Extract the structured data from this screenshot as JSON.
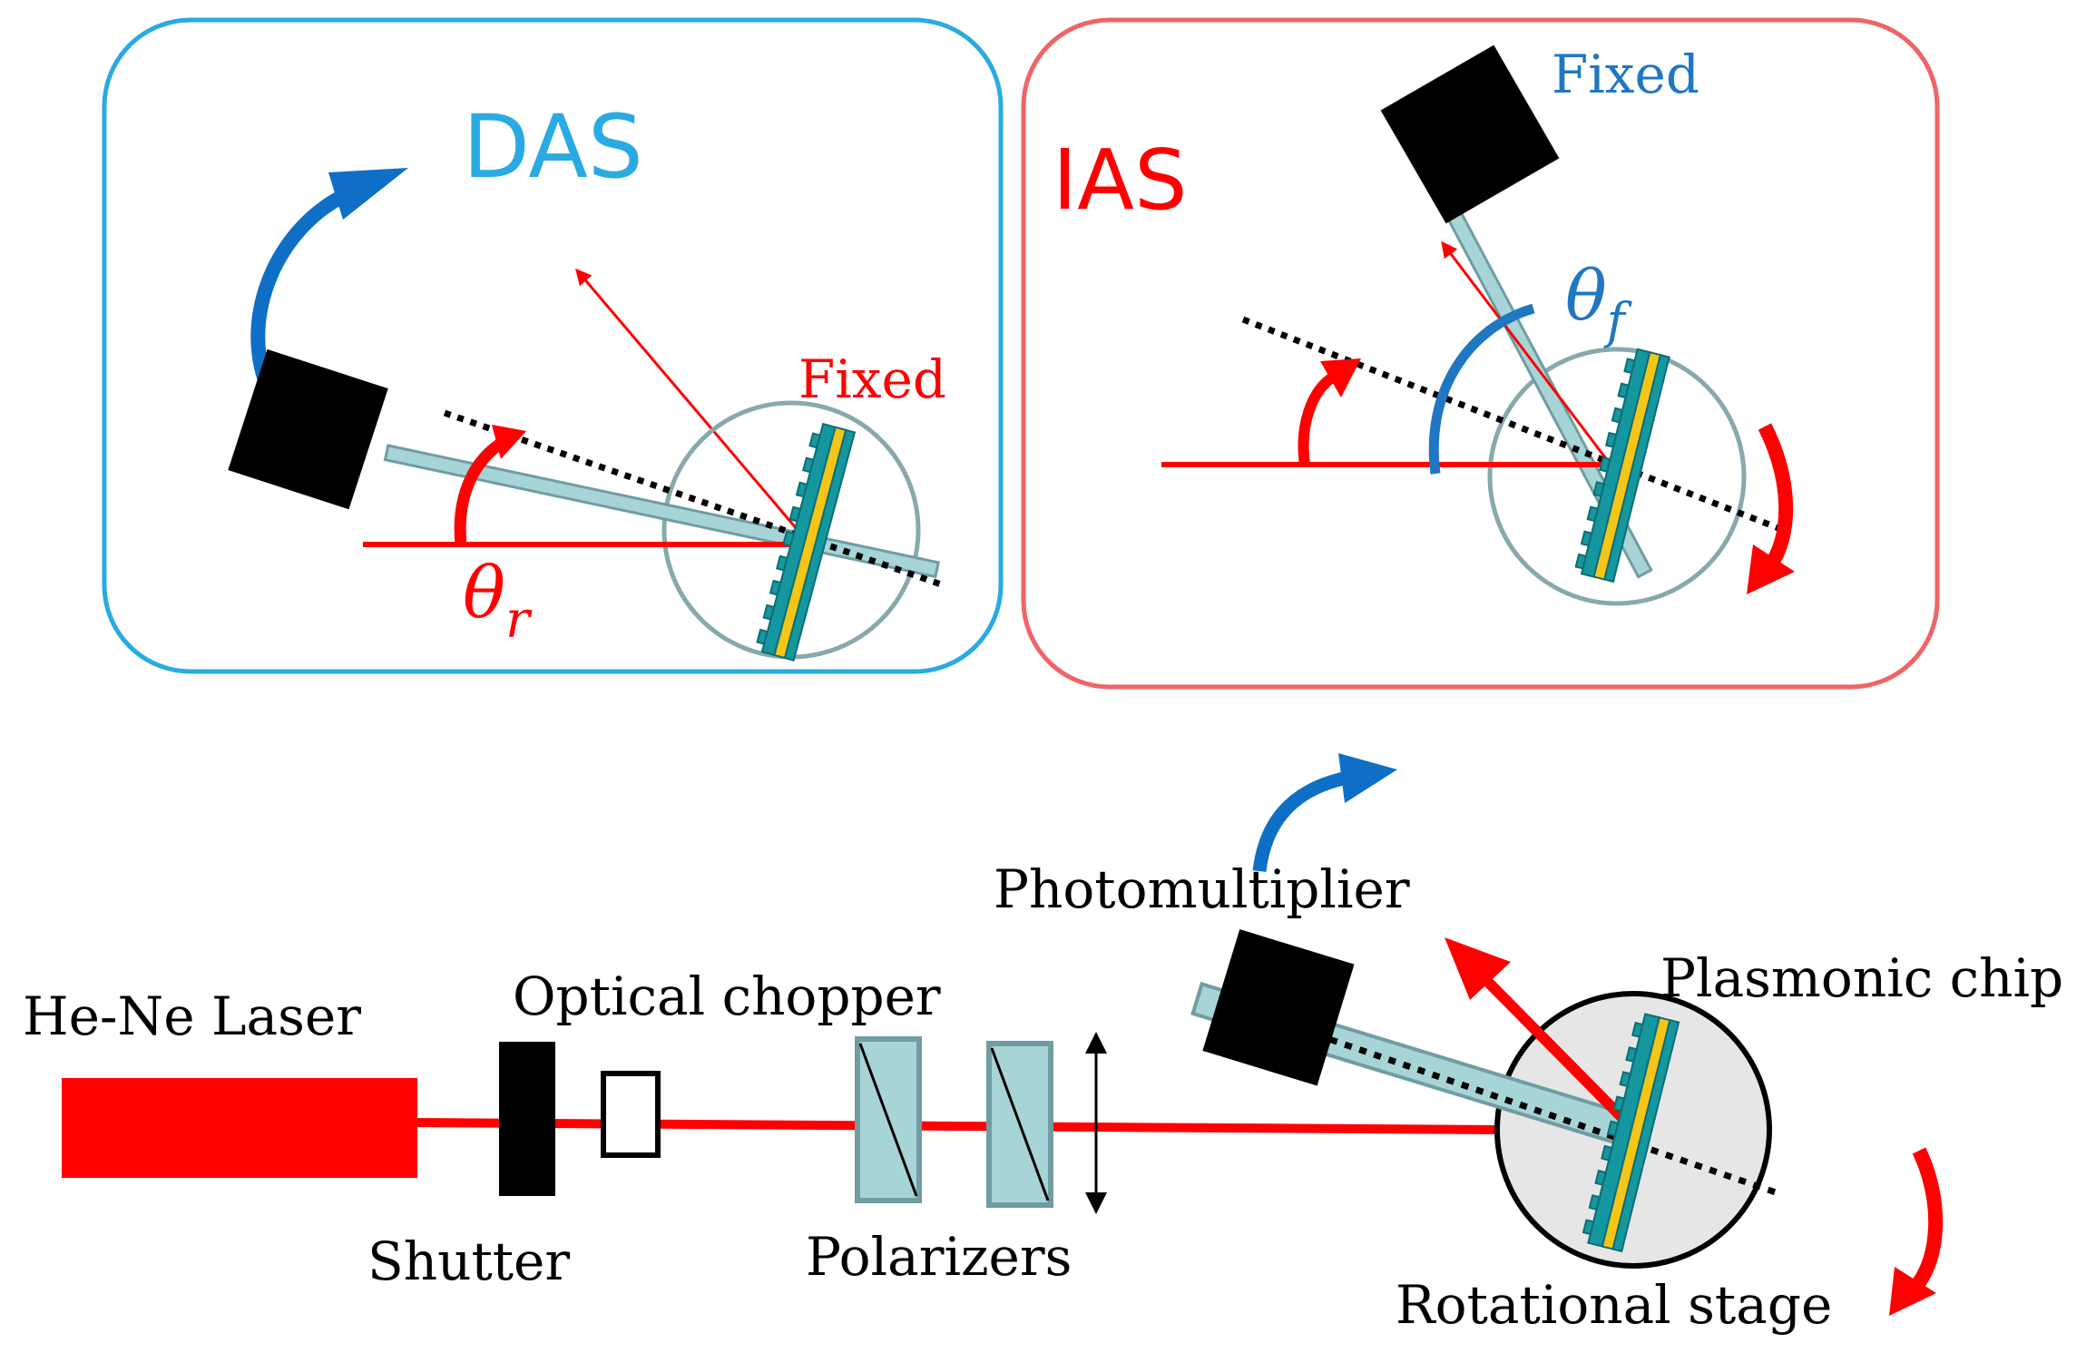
{
  "das_panel": {
    "title": "DAS",
    "fixed_label": "Fixed",
    "angle_symbol": "θ",
    "angle_subscript": "r"
  },
  "ias_panel": {
    "title": "IAS",
    "fixed_label": "Fixed",
    "angle_symbol": "θ",
    "angle_subscript": "f"
  },
  "setup": {
    "laser_label": "He-Ne Laser",
    "optical_chopper_label": "Optical chopper",
    "shutter_label": "Shutter",
    "polarizers_label": "Polarizers",
    "photomultiplier_label": "Photomultiplier",
    "plasmonic_chip_label": "Plasmonic chip",
    "rotational_stage_label": "Rotational stage"
  },
  "colors": {
    "das_border": "#2aaae2",
    "ias_border": "#f06466",
    "laser_red": "#ff0000",
    "arrow_blue": "#0f6fc6",
    "chip_teal": "#15979f",
    "chip_gold": "#f5c518",
    "rod_fill": "#a7d4d7",
    "stage_gray": "#e6e6e6"
  }
}
